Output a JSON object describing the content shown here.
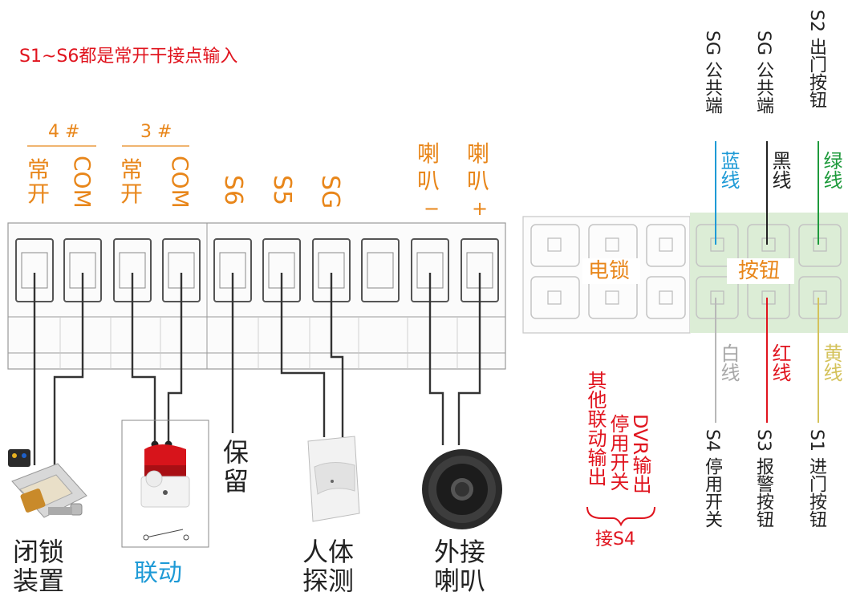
{
  "header_note": "S1~S6都是常开干接点输入",
  "terminal_groups": {
    "g4": "4 #",
    "g3": "3 #"
  },
  "terminals": {
    "t1_top": "常",
    "t1_bot": "开",
    "t2": "COM",
    "t3_top": "常",
    "t3_bot": "开",
    "t4": "COM",
    "s6": "S6",
    "s5": "S5",
    "sg": "SG",
    "spk_neg_top": "喇",
    "spk_neg_mid": "叭",
    "spk_neg_sign": "−",
    "spk_pos_top": "喇",
    "spk_pos_mid": "叭",
    "spk_pos_sign": "+"
  },
  "connector": {
    "lock_label": "电锁",
    "button_label": "按钮"
  },
  "top_right_labels": {
    "sg1": "SG 公共端",
    "sg2": "SG 公共端",
    "s2": "S2 出门按钮",
    "wire_blue": "蓝线",
    "wire_black": "黑线",
    "wire_green": "绿线"
  },
  "bottom_right_labels": {
    "wire_white": "白线",
    "wire_red": "红线",
    "wire_yellow": "黄线",
    "s4": "S4 停用开关",
    "s3": "S3 报警按钮",
    "s1": "S1 进门按钮"
  },
  "side_note": {
    "col1": "其他联动输出",
    "col2": "停用开关",
    "col3": "DVR输出",
    "brace": "︸",
    "footer": "接S4"
  },
  "devices": {
    "lock_line1": "闭锁",
    "lock_line2": "装置",
    "lock_text": "闭锁",
    "linkage": "联动",
    "reserve_line1": "保",
    "reserve_line2": "留",
    "pir_line1": "人体",
    "pir_line2": "探测",
    "speaker_line1": "外接",
    "speaker_line2": "喇叭"
  },
  "colors": {
    "orange": "#e8861a",
    "red": "#e0141e",
    "blue": "#1e9ad6",
    "green": "#1e9a3c",
    "grey": "#a8a8a8",
    "yellow": "#d4c25a",
    "highlight": "#dcedd6"
  }
}
